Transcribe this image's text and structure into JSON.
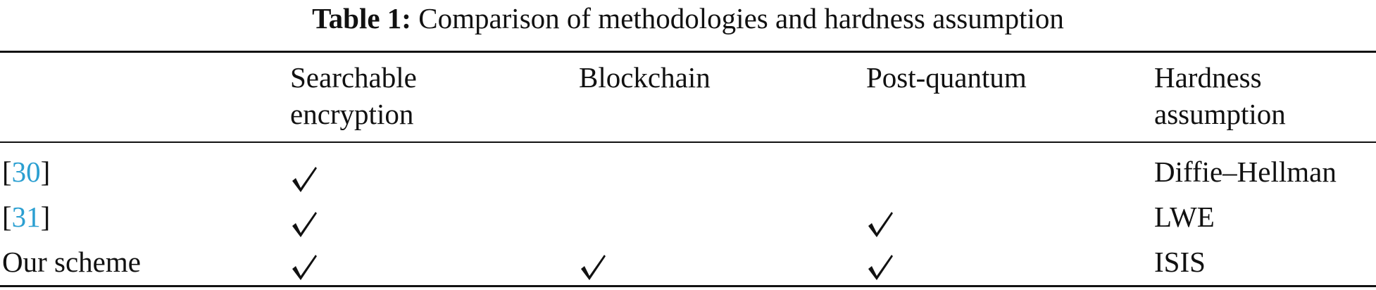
{
  "caption": {
    "label": "Table 1:",
    "text": "Comparison of methodologies and hardness assumption"
  },
  "table": {
    "headers": {
      "searchable": "Searchable\nencryption",
      "blockchain": "Blockchain",
      "post_quantum": "Post-quantum",
      "hardness": "Hardness\nassumption"
    },
    "rows": [
      {
        "ref_open": "[",
        "ref": "30",
        "ref_close": "]",
        "searchable": true,
        "blockchain": false,
        "post_quantum": false,
        "hardness": "Diffie–Hellman"
      },
      {
        "ref_open": "[",
        "ref": "31",
        "ref_close": "]",
        "searchable": true,
        "blockchain": false,
        "post_quantum": true,
        "hardness": "LWE"
      },
      {
        "label": "Our scheme",
        "searchable": true,
        "blockchain": true,
        "post_quantum": true,
        "hardness": "ISIS"
      }
    ]
  },
  "colors": {
    "text": "#111111",
    "reference_link": "#2b9fd1"
  },
  "icons": {
    "check": "check-mark-icon"
  }
}
